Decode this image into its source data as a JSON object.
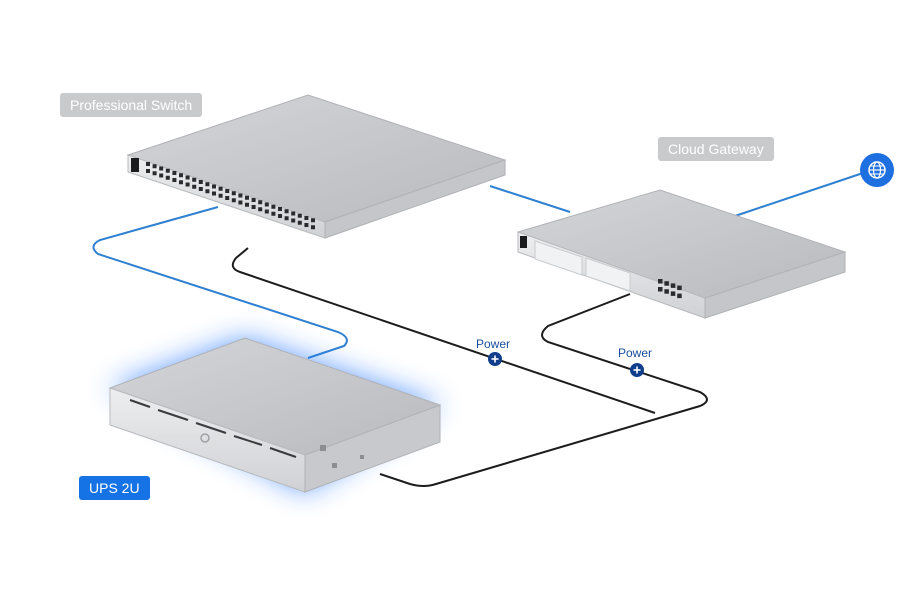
{
  "devices": {
    "switch": {
      "label": "Professional Switch"
    },
    "gateway": {
      "label": "Cloud Gateway"
    },
    "ups": {
      "label": "UPS 2U"
    }
  },
  "connections": {
    "power_1": {
      "label": "Power"
    },
    "power_2": {
      "label": "Power"
    }
  },
  "colors": {
    "network_cable": "#2f80d0",
    "power_cable": "#1c1c1c",
    "accent": "#1573e6",
    "label_gray": "#c9cacc",
    "ups_glow": "#2f7bff"
  },
  "icons": {
    "internet": "globe-icon",
    "power_node": "plus-icon"
  }
}
